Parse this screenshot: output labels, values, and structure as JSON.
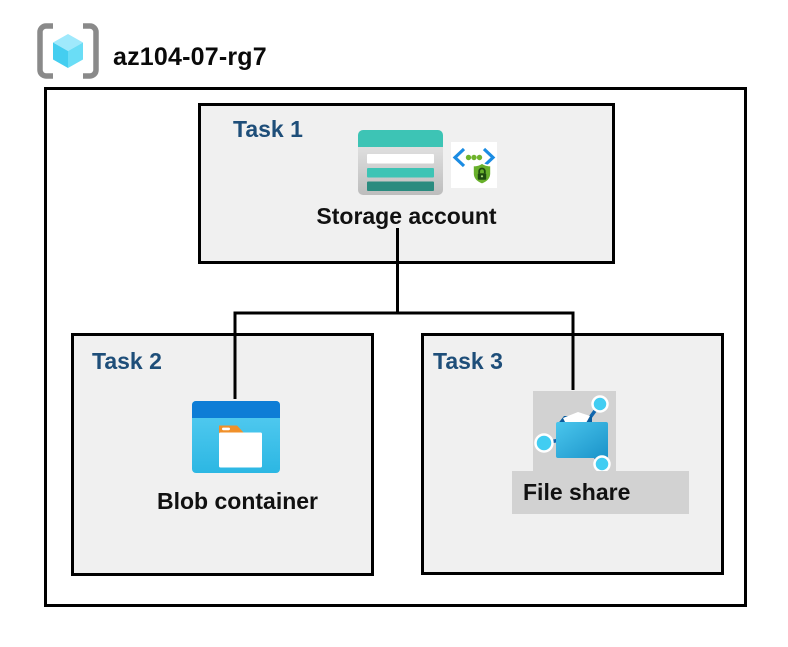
{
  "header": {
    "title": "az104-07-rg7",
    "icon": "resource-group-icon"
  },
  "tasks": [
    {
      "label": "Task 1",
      "resource": "Storage account",
      "icons": [
        "storage-account-icon",
        "sas-lock-icon"
      ],
      "highlighted": false
    },
    {
      "label": "Task 2",
      "resource": "Blob container",
      "icons": [
        "blob-container-icon"
      ],
      "highlighted": false
    },
    {
      "label": "Task 3",
      "resource": "File share",
      "icons": [
        "file-share-icon"
      ],
      "highlighted": true
    }
  ],
  "connections": [
    {
      "from": "Storage account",
      "to": "Blob container"
    },
    {
      "from": "Storage account",
      "to": "File share"
    }
  ],
  "colors": {
    "task_label": "#1e4e79",
    "box_fill": "#f0f0f0",
    "box_border": "#000000",
    "highlight_gray": "#d2d2d2",
    "storage_teal": "#3dc4b5",
    "storage_teal_dark": "#2a8b7f",
    "blob_top_blue": "#0e7dd6",
    "blob_body_cyan": "#3fc3ea",
    "blob_tab_orange": "#f0902a",
    "share_node_cyan": "#41cdf2",
    "share_line_blue": "#1166ae",
    "sas_green": "#68b02b",
    "sas_blue": "#1b8ce3",
    "rg_bracket_gray": "#8a8a8a",
    "rg_cube_cyan": "#6addf6"
  }
}
